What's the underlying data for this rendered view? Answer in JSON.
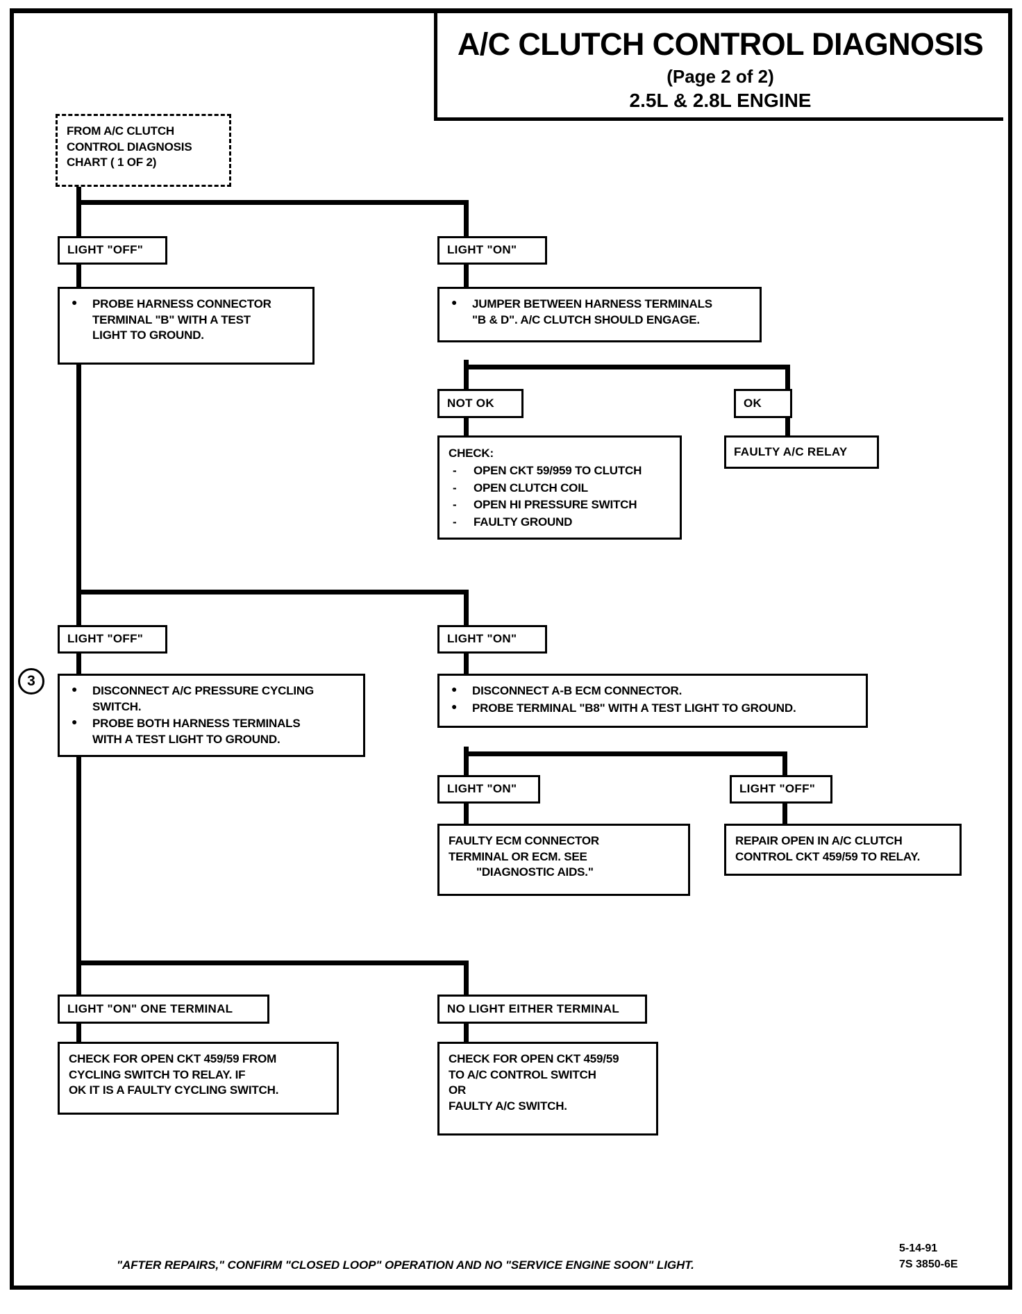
{
  "title": {
    "main": "A/C CLUTCH CONTROL DIAGNOSIS",
    "page_of": "(Page 2 of 2)",
    "engine": "2.5L & 2.8L ENGINE"
  },
  "entry": {
    "line1": "FROM A/C CLUTCH",
    "line2": "CONTROL DIAGNOSIS",
    "line3": "CHART ( 1 OF 2)"
  },
  "step_marker": "3",
  "nodes": {
    "light_off_1": "LIGHT \"OFF\"",
    "light_on_1": "LIGHT \"ON\"",
    "probe_harness": {
      "b1_line1": "PROBE HARNESS CONNECTOR",
      "b1_line2": "TERMINAL \"B\" WITH A TEST",
      "b1_line3": "LIGHT TO GROUND."
    },
    "jumper": {
      "b1_line1": "JUMPER BETWEEN HARNESS TERMINALS",
      "b1_line2": "\"B & D\".  A/C CLUTCH SHOULD ENGAGE."
    },
    "not_ok": "NOT OK",
    "ok": "OK",
    "check_list": {
      "heading": "CHECK:",
      "items": [
        "OPEN CKT 59/959 TO CLUTCH",
        "OPEN CLUTCH COIL",
        "OPEN HI PRESSURE SWITCH",
        "FAULTY GROUND"
      ]
    },
    "faulty_relay": "FAULTY A/C RELAY",
    "light_off_2": "LIGHT \"OFF\"",
    "light_on_2": "LIGHT \"ON\"",
    "disconnect_cycling": {
      "b1_line1": "DISCONNECT A/C PRESSURE CYCLING",
      "b1_line2": "SWITCH.",
      "b2_line1": "PROBE BOTH HARNESS TERMINALS",
      "b2_line2": "WITH A TEST LIGHT TO GROUND."
    },
    "disconnect_ecm": {
      "b1_line1": "DISCONNECT A-B ECM CONNECTOR.",
      "b2_line1": "PROBE TERMINAL \"B8\" WITH A TEST LIGHT TO GROUND."
    },
    "light_on_3": "LIGHT \"ON\"",
    "light_off_3": "LIGHT \"OFF\"",
    "faulty_ecm": {
      "line1": "FAULTY ECM CONNECTOR",
      "line2": "TERMINAL OR ECM.  SEE",
      "line3": "\"DIAGNOSTIC AIDS.\""
    },
    "repair_open": {
      "line1": "REPAIR OPEN IN A/C CLUTCH",
      "line2": "CONTROL CKT 459/59 TO RELAY."
    },
    "light_on_one_terminal": "LIGHT \"ON\" ONE TERMINAL",
    "no_light_either": "NO LIGHT EITHER TERMINAL",
    "check_open_from_cycling": {
      "line1": "CHECK FOR OPEN CKT 459/59 FROM",
      "line2": "CYCLING SWITCH TO RELAY. IF",
      "line3": "OK IT IS A FAULTY CYCLING SWITCH."
    },
    "check_open_to_control": {
      "line1": "CHECK FOR OPEN CKT 459/59",
      "line2": "TO A/C CONTROL SWITCH",
      "line3": "OR",
      "line4": "FAULTY A/C SWITCH."
    }
  },
  "footer": {
    "note": "\"AFTER REPAIRS,\" CONFIRM \"CLOSED LOOP\" OPERATION AND NO \"SERVICE ENGINE SOON\" LIGHT.",
    "date": "5-14-91",
    "part_number": "7S 3850-6E"
  },
  "colors": {
    "ink": "#000000",
    "paper": "#ffffff"
  }
}
